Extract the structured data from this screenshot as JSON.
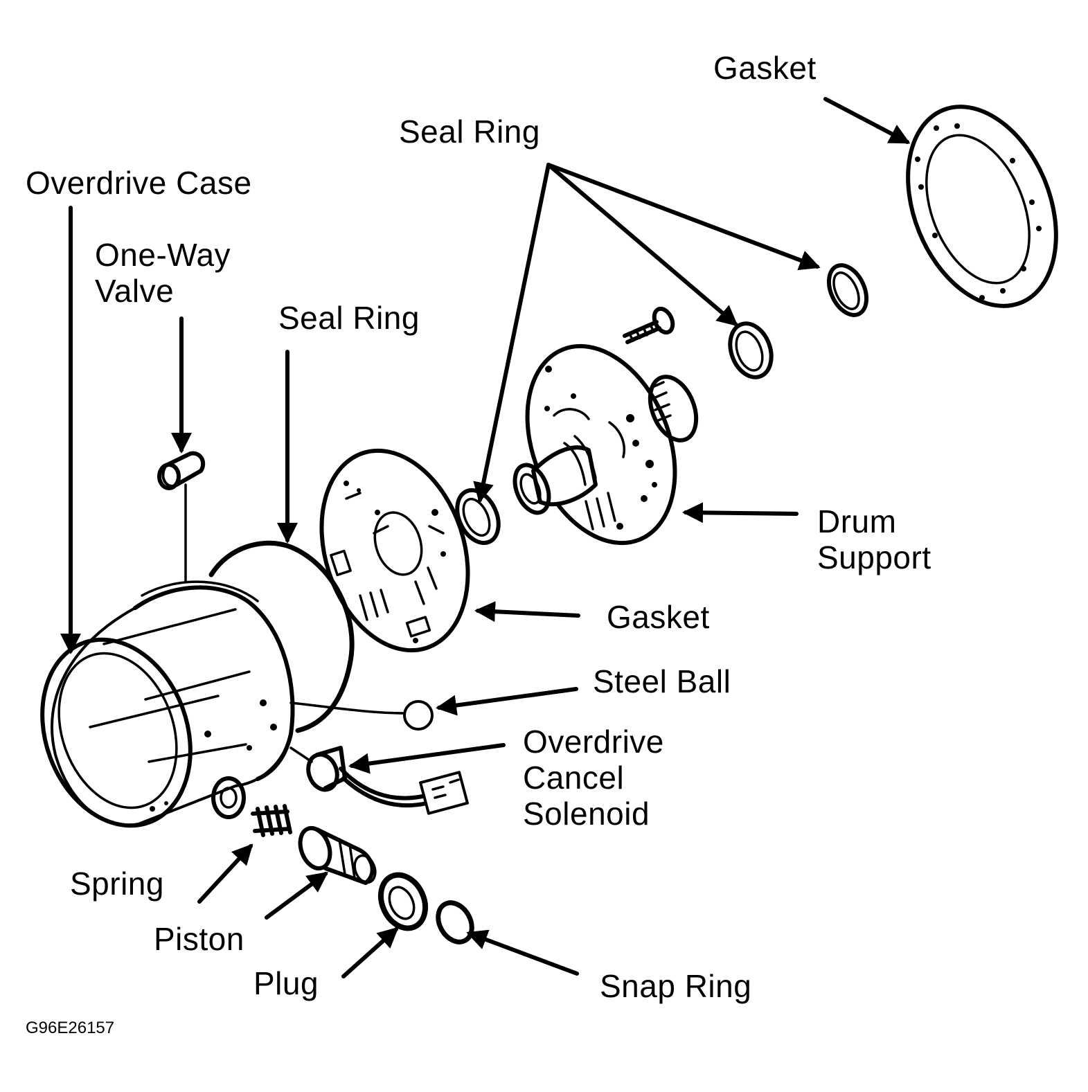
{
  "labels": {
    "gasket_top": "Gasket",
    "seal_ring_top": "Seal Ring",
    "overdrive_case": "Overdrive Case",
    "one_way_valve_1": "One-Way",
    "one_way_valve_2": "Valve",
    "seal_ring_mid": "Seal Ring",
    "drum_support_1": "Drum",
    "drum_support_2": "Support",
    "gasket_mid": "Gasket",
    "steel_ball": "Steel Ball",
    "od_cancel_1": "Overdrive",
    "od_cancel_2": "Cancel",
    "od_cancel_3": "Solenoid",
    "spring": "Spring",
    "piston": "Piston",
    "plug": "Plug",
    "snap_ring": "Snap Ring"
  },
  "figure_code": "G96E26157"
}
